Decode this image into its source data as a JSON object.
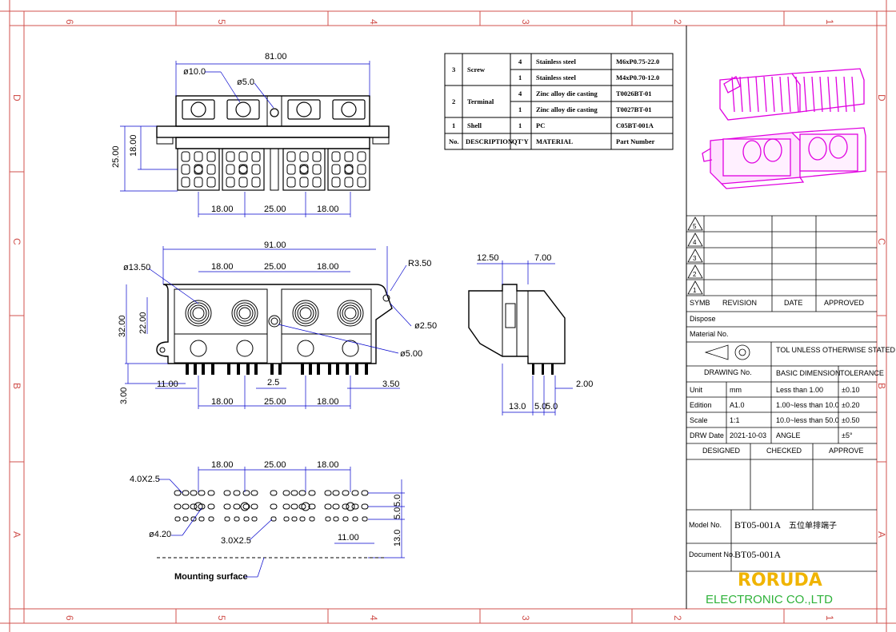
{
  "border": {
    "top_zones": [
      "6",
      "5",
      "4",
      "3",
      "2",
      "1"
    ],
    "bottom_zones": [
      "6",
      "5",
      "4",
      "3",
      "2",
      "1"
    ],
    "side_zones": [
      "D",
      "C",
      "B",
      "A"
    ]
  },
  "bom": {
    "rows": [
      {
        "no": "3",
        "desc": "Screw",
        "qty": "4",
        "material": "Stainless steel",
        "part": "M6xP0.75-22.0"
      },
      {
        "no": "",
        "desc": "",
        "qty": "1",
        "material": "Stainless steel",
        "part": "M4xP0.70-12.0"
      },
      {
        "no": "2",
        "desc": "Terminal",
        "qty": "4",
        "material": "Zinc alloy die casting",
        "part": "T0026BT-01"
      },
      {
        "no": "",
        "desc": "",
        "qty": "1",
        "material": "Zinc alloy die casting",
        "part": "T0027BT-01"
      },
      {
        "no": "1",
        "desc": "Shell",
        "qty": "1",
        "material": "PC",
        "part": "C05BT-001A"
      }
    ],
    "header": {
      "no": "No.",
      "desc": "DESCRIPTION",
      "qty": "QT'Y",
      "material": "MATERIAL",
      "part": "Part Number"
    }
  },
  "views": {
    "top": {
      "overall": "81.00",
      "hole_big": "ø10.0",
      "hole_small": "ø5.0",
      "h1": "25.00",
      "h2": "18.00",
      "p1": "18.00",
      "p2": "25.00",
      "p3": "18.00"
    },
    "front": {
      "overall": "91.00",
      "d1": "ø13.50",
      "p1": "18.00",
      "p2": "25.00",
      "p3": "18.00",
      "r": "R3.50",
      "h1": "32.00",
      "h2": "22.00",
      "d2": "ø2.50",
      "d3": "ø5.00",
      "h3": "3.00",
      "pin1": "11.00",
      "pin2": "2.5",
      "pin3": "3.50",
      "b1": "18.00",
      "b2": "25.00",
      "b3": "18.00"
    },
    "side": {
      "w1": "12.50",
      "w2": "7.00",
      "b1": "13.0",
      "b2": "5.0",
      "b3": "5.0",
      "pin": "2.00"
    },
    "footprint": {
      "p1": "18.00",
      "p2": "25.00",
      "p3": "18.00",
      "slot": "4.0X2.5",
      "hole": "ø4.20",
      "slot2": "3.0X2.5",
      "pitch": "11.00",
      "v1": "5.0",
      "v2": "5.0",
      "v3": "13.0",
      "surface": "Mounting surface"
    }
  },
  "titleblock": {
    "revisions": [
      "5",
      "4",
      "3",
      "2",
      "1"
    ],
    "symb": "SYMB",
    "revision": "REVISION",
    "date": "DATE",
    "approved": "APPROVED",
    "dispose": "Dispose",
    "material_no": "Material No.",
    "tol_note": "TOL UNLESS OTHERWISE STATED",
    "drawing_no": "DRAWING No.",
    "basic_dim": "BASIC DIMENSION",
    "tolerance": "TOLERANCE",
    "rows": [
      {
        "k": "Unit",
        "v": "mm",
        "range": "Less than 1.00",
        "tol": "±0.10"
      },
      {
        "k": "Edition",
        "v": "A1.0",
        "range": "1.00~less than 10.0",
        "tol": "±0.20"
      },
      {
        "k": "Scale",
        "v": "1:1",
        "range": "10.0~less than 50.0",
        "tol": "±0.50"
      },
      {
        "k": "DRW Date",
        "v": "2021-10-03",
        "range": "ANGLE",
        "tol": "±5°"
      }
    ],
    "designed": "DESIGNED",
    "checked": "CHECKED",
    "approve": "APPROVE",
    "model_label": "Model No.",
    "model": "BT05-001A",
    "model_cn": "五位单排端子",
    "doc_label": "Document No.",
    "doc": "BT05-001A"
  },
  "brand": {
    "name": "RORUDA",
    "sub": "ELECTRONIC CO.,LTD"
  },
  "colors": {
    "frame": "#d0504c",
    "render": "#e000e0",
    "dims": "#0000cc"
  }
}
